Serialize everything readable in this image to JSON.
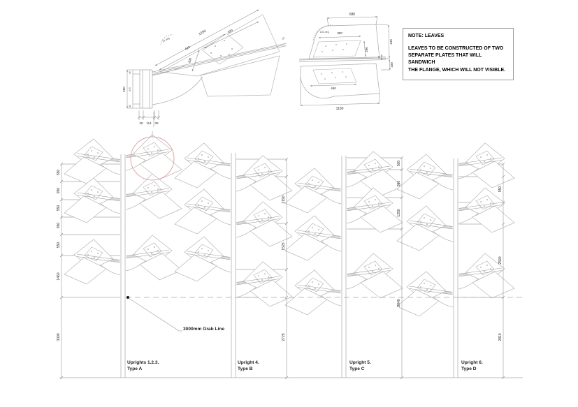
{
  "note": {
    "title": "NOTE:  LEAVES",
    "lines": [
      "LEAVES TO BE CONSTRUCTED OF TWO",
      "SEPARATE PLATES THAT WILL SANDWICH",
      "THE FLANGE, WHICH WILL NOT VISIBLE."
    ]
  },
  "side_detail": {
    "dims": {
      "top_length": "1250",
      "mid_length": "620",
      "plate_length": "630",
      "plate_depth": "100",
      "post_height": "550",
      "post_top_cap": "40",
      "post_shaft": "470",
      "post_base_cap": "40",
      "base_left": "30",
      "base_mid": "114",
      "base_right": "30",
      "tip": "25",
      "angle": "10 deg"
    }
  },
  "plan_detail": {
    "dims": {
      "top_width": "680",
      "inner_width": "300",
      "inner_depth": "200",
      "flange_gap": "35",
      "upper_depth": "440",
      "lower_depth": "100",
      "lower_inner_width": "490",
      "bottom_width": "1100",
      "angle": "135 deg"
    }
  },
  "elevation": {
    "grab_line_label": "3000mm Grab Line",
    "uprights": [
      {
        "label": [
          "Uprights 1.2.3.",
          "Type A"
        ],
        "dims": [
          "550",
          "950",
          "550",
          "950",
          "550",
          "1460",
          "3000"
        ]
      },
      {
        "label": [
          "Upright 4.",
          "Type B"
        ],
        "dims": [
          "2190",
          "1525",
          "2725"
        ]
      },
      {
        "label": [
          "Upright 5.",
          "Type C"
        ],
        "dims": [
          "500",
          "960",
          "1250",
          "3840"
        ]
      },
      {
        "label": [
          "Upright 6.",
          "Type D"
        ],
        "dims": [
          "950",
          "2590",
          "2810"
        ]
      }
    ]
  },
  "colors": {
    "linework": "#a8a8a8",
    "dimension_text": "#2b2b2b",
    "grab_line": "#f2b3b3",
    "highlight_circle": "#e39c9c",
    "note_text": "#000000"
  }
}
